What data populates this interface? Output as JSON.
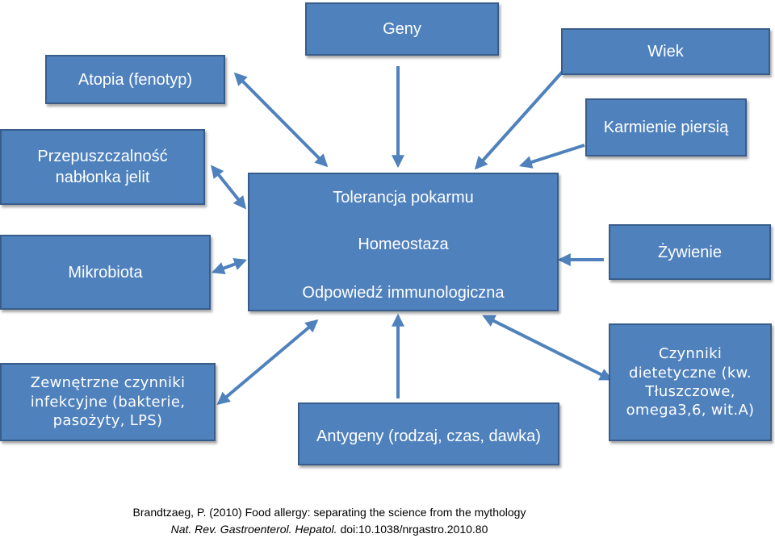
{
  "nodes": {
    "geny": "Geny",
    "wiek": "Wiek",
    "atopia": "Atopia (fenotyp)",
    "karmienie": "Karmienie piersią",
    "przepuszczalnosc": "Przepuszczalność\nnabłonka jelit",
    "mikrobiota": "Mikrobiota",
    "zywienie": "Żywienie",
    "zewnetrzne": "Zewnętrzne czynniki\ninfekcyjne (bakterie,\npasożyty, LPS)",
    "czynniki_diet": "Czynniki\ndietetyczne (kw.\nTłuszczowe,\nomega3,6, wit.A)",
    "antygeny": "Antygeny (rodzaj, czas, dawka)"
  },
  "center": {
    "tolerancja": "Tolerancja pokarmu",
    "homeostaza": "Homeostaza",
    "odpowiedz": "Odpowiedź immunologiczna"
  },
  "citation": {
    "line1": "Brandtzaeg, P. (2010) Food allergy: separating the science from the mythology",
    "line2_italic": "Nat. Rev. Gastroenterol. Hepatol.",
    "line2_rest": " doi:10.1038/nrgastro.2010.80"
  },
  "colors": {
    "box_fill": "#4f81bd",
    "box_border": "#385d8a",
    "arrow": "#4f81bd"
  }
}
